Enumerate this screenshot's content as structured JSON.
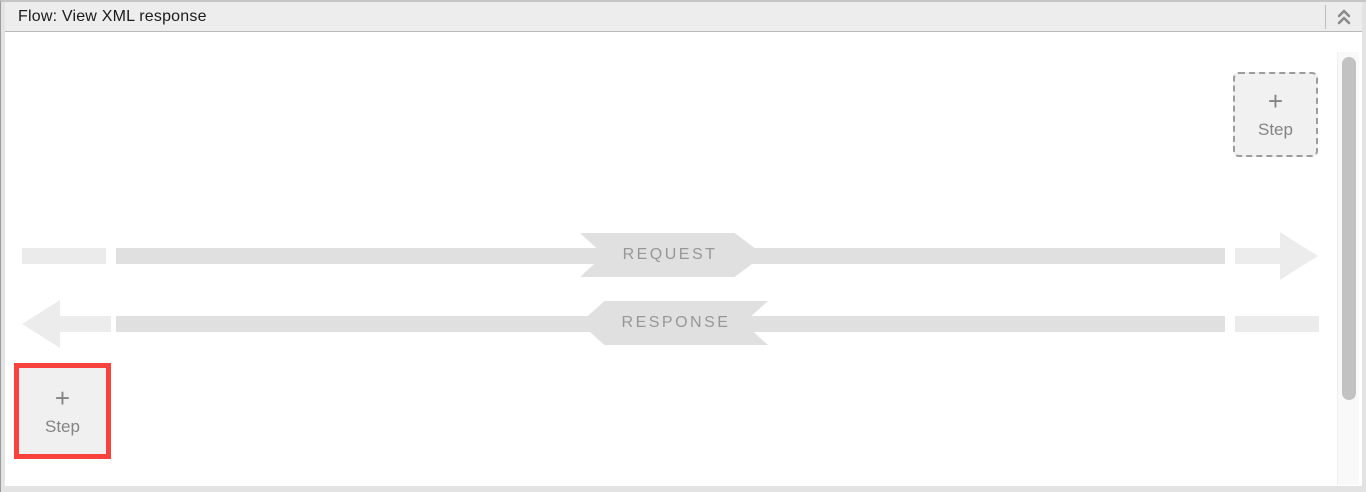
{
  "header": {
    "title": "Flow: View XML response",
    "collapse_icon": "chevron-double-up"
  },
  "canvas": {
    "request": {
      "label": "REQUEST",
      "direction": "right"
    },
    "response": {
      "label": "RESPONSE",
      "direction": "left"
    },
    "add_step_top": {
      "plus": "+",
      "label": "Step",
      "style": "dashed"
    },
    "add_step_bottom": {
      "plus": "+",
      "label": "Step",
      "highlighted": true
    },
    "scrollbar": {
      "orientation": "vertical",
      "thumb_position": "top"
    }
  },
  "colors": {
    "highlight_red": "#f8423b",
    "arrow_shaft_gray": "#e0e0e0",
    "arrow_light_gray": "#ececec",
    "header_bg": "#ededed",
    "button_bg": "#f1f1f1",
    "muted_text_gray": "#848484",
    "badge_text_gray": "#979797"
  }
}
